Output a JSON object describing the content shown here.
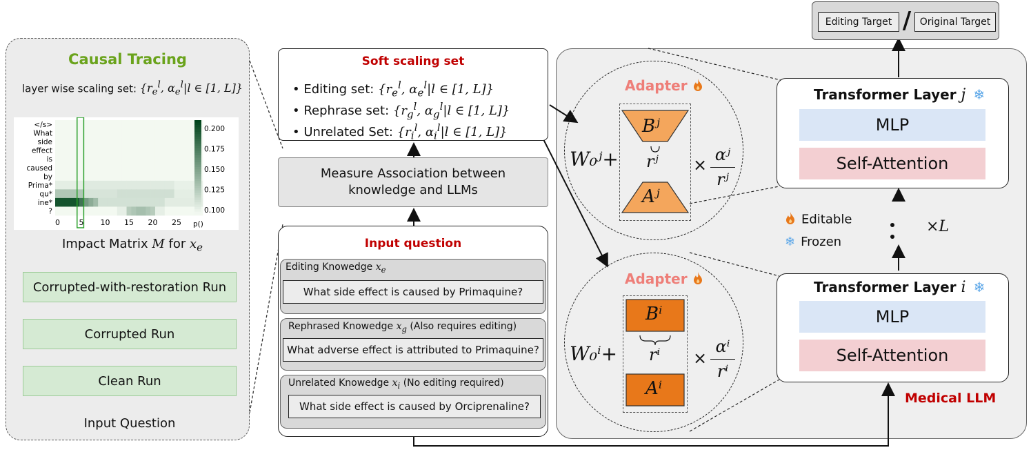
{
  "left_panel": {
    "title": "Causal Tracing",
    "scaling_label": "layer wise scaling set:",
    "scaling_math": "{r_e^l, α_e^l | l ∈ [1, L]}",
    "impact_label": "Impact Matrix M for x_e",
    "steps": [
      "Corrupted-with-restoration Run",
      "Corrupted Run",
      "Clean Run",
      "Input Question"
    ]
  },
  "chart_data": {
    "type": "heatmap",
    "rows": [
      "</s>",
      "What",
      "side",
      "effect",
      "is",
      "caused",
      "by",
      "Prima*",
      "qu*",
      "ine*",
      "?"
    ],
    "x_ticks": [
      "0",
      "5",
      "10",
      "15",
      "20",
      "25"
    ],
    "colorbar_ticks": [
      "0.200",
      "0.175",
      "0.150",
      "0.125",
      "0.100"
    ],
    "colorbar_label": "p()",
    "color_range": [
      0.095,
      0.21
    ]
  },
  "soft_scaling": {
    "title": "Soft scaling set",
    "items": [
      {
        "label": "Editing set:",
        "math": "{r_e^l, α_e^l | l ∈ [1, L]}"
      },
      {
        "label": "Rephrase set:",
        "math": "{r_g^l, α_g^l | l ∈ [1, L]}"
      },
      {
        "label": "Unrelated Set:",
        "math": "{r_i^l, α_i^l | l ∈ [1, L]}"
      }
    ]
  },
  "measure": {
    "line1": "Measure Association between",
    "line2": "knowledge and LLMs"
  },
  "input_question": {
    "title": "Input question",
    "items": [
      {
        "label": "Editing Knowedge x_e",
        "question": "What side effect  is caused by Primaquine?"
      },
      {
        "label": "Rephrased Knowedge x_g (Also requires editing)",
        "question": "What adverse effect  is attributed to Primaquine?"
      },
      {
        "label": "Unrelated Knowedge x_i (No editing required)",
        "question": "What side effect  is caused by Orciprenaline?"
      }
    ]
  },
  "output": {
    "editing_target": "Editing Target",
    "slash": "/",
    "original_target": "Original Target"
  },
  "adapter_top": {
    "title": "Adapter",
    "w": "W₀ʲ+",
    "b": "Bʲ",
    "r": "rʲ",
    "a": "Aʲ",
    "alpha": "αʲ",
    "rden": "rʲ",
    "times": "×"
  },
  "adapter_bottom": {
    "title": "Adapter",
    "w": "W₀ⁱ+",
    "b": "Bⁱ",
    "r": "rⁱ",
    "a": "Aⁱ",
    "alpha": "αⁱ",
    "rden": "rⁱ",
    "times": "×"
  },
  "layer_j": {
    "title": "Transformer Layer",
    "var": "j",
    "mlp": "MLP",
    "attention": "Self-Attention"
  },
  "layer_i": {
    "title": "Transformer Layer",
    "var": "i",
    "mlp": "MLP",
    "attention": "Self-Attention"
  },
  "legend": {
    "editable": "Editable",
    "frozen": "Frozen",
    "times_l": "×L"
  },
  "medical_llm": "Medical LLM",
  "colors": {
    "green_title": "#6aa31c",
    "red_title": "#c00000",
    "adapter_title": "#ee7e78",
    "orange_fill": "#f4a65c",
    "orange_dark": "#e8781a"
  },
  "icons": [
    "fire-icon",
    "snowflake-icon"
  ]
}
